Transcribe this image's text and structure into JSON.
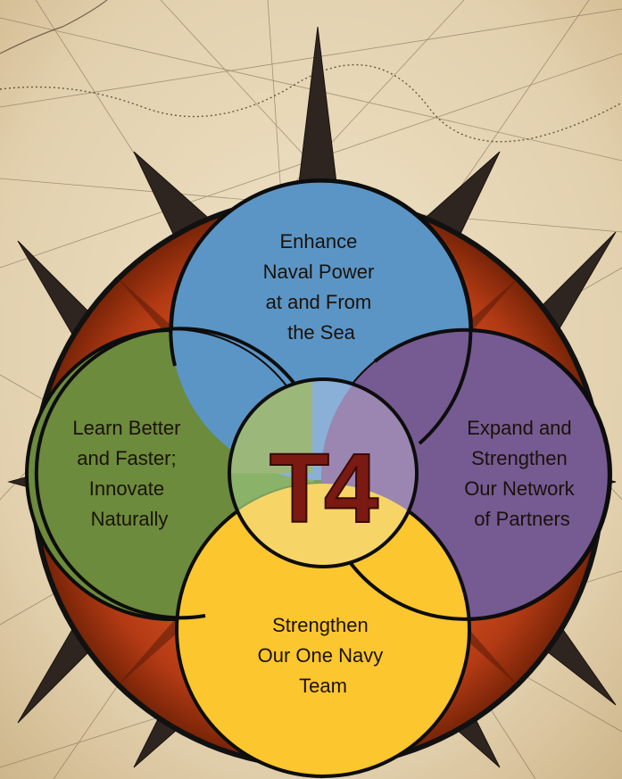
{
  "center": {
    "label": "T4"
  },
  "circles": {
    "top": {
      "lines": [
        "Enhance",
        "Naval Power",
        "at and From",
        "the Sea"
      ],
      "color": "#5b95c6"
    },
    "left": {
      "lines": [
        "Learn Better",
        "and Faster;",
        "Innovate",
        "Naturally"
      ],
      "color": "#6c8b3c"
    },
    "right": {
      "lines": [
        "Expand and",
        "Strengthen",
        "Our Network",
        "of Partners"
      ],
      "color": "#765a92"
    },
    "bottom": {
      "lines": [
        "Strengthen",
        "Our One Navy",
        "Team"
      ],
      "color": "#fcc62e"
    }
  },
  "background": {
    "ring_color": "#c5461c",
    "parchment_color": "#e4d4b4",
    "compass_color": "#2e2520"
  }
}
